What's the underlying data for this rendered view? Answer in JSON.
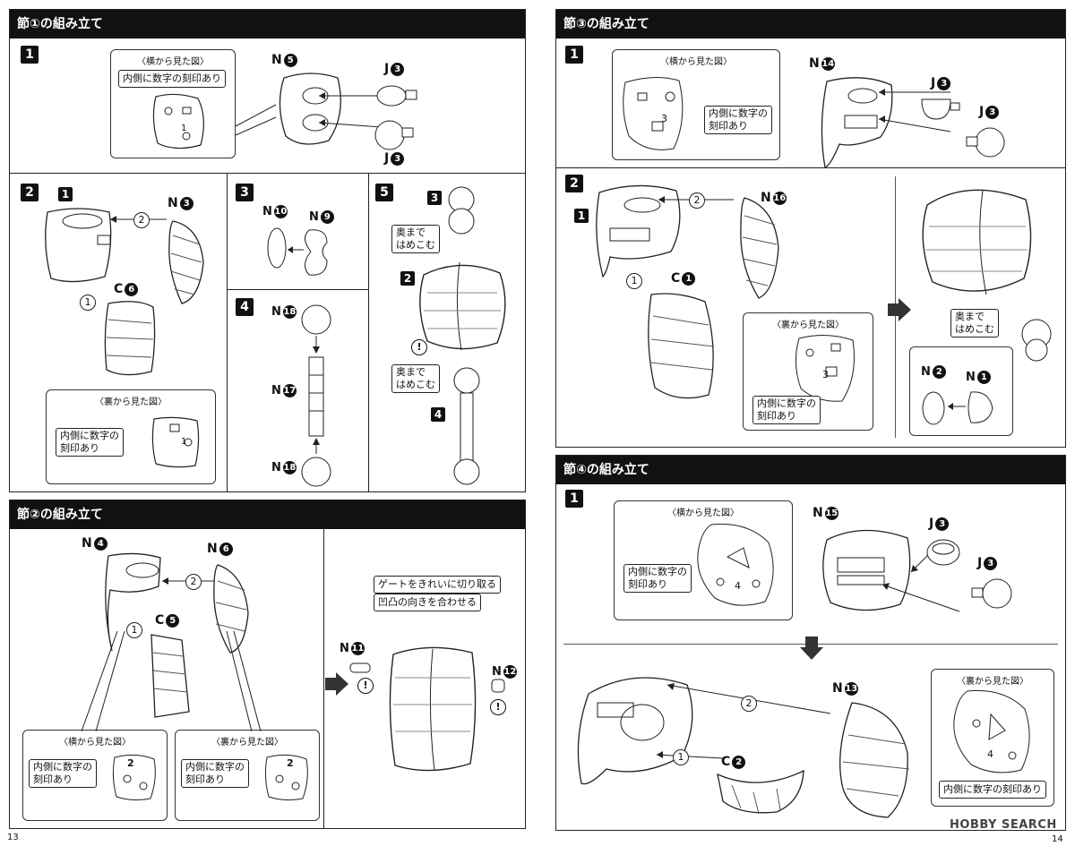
{
  "left_page": {
    "section1": {
      "title": "節①の組み立て",
      "step1": "1",
      "step2": "2",
      "step3": "3",
      "step4": "4",
      "step5": "5"
    },
    "section2": {
      "title": "節②の組み立て"
    },
    "page_number": "13"
  },
  "right_page": {
    "section3": {
      "title": "節③の組み立て",
      "step1": "1",
      "step2": "2"
    },
    "section4": {
      "title": "節④の組み立て",
      "step1": "1"
    },
    "page_number": "14"
  },
  "labels": {
    "side_view": "〈横から見た図〉",
    "back_view": "〈裏から見た図〉",
    "inner_number": "内側に数字の刻印あり",
    "inner_number_l1": "内側に数字の",
    "inner_number_l2": "刻印あり",
    "inner_number_r1": "内側に数字の",
    "push_l1": "奥まで",
    "push_l2": "はめこむ",
    "gate_note": "ゲートをきれいに切り取る",
    "align_note": "凹凸の向きを合わせる",
    "warn": "!"
  },
  "parts": {
    "N": "N",
    "J": "J",
    "C": "C",
    "n5": "5",
    "j3": "3",
    "n3": "3",
    "c6": "6",
    "n10": "10",
    "n9": "9",
    "n18": "18",
    "n17": "17",
    "s3": "3",
    "s2": "2",
    "s4": "4",
    "n4": "4",
    "n6": "6",
    "c5": "5",
    "n11": "11",
    "n12": "12",
    "n14": "14",
    "n16": "16",
    "c1": "1",
    "n2": "2",
    "n1": "1",
    "n15": "15",
    "n13": "13",
    "c2": "2",
    "sub1": "1"
  },
  "arrows": {
    "a1": "1",
    "a2": "2"
  },
  "embossed": {
    "d1": "1",
    "d2": "2",
    "d3": "3",
    "d4": "4"
  },
  "watermark": "HOBBY SEARCH"
}
